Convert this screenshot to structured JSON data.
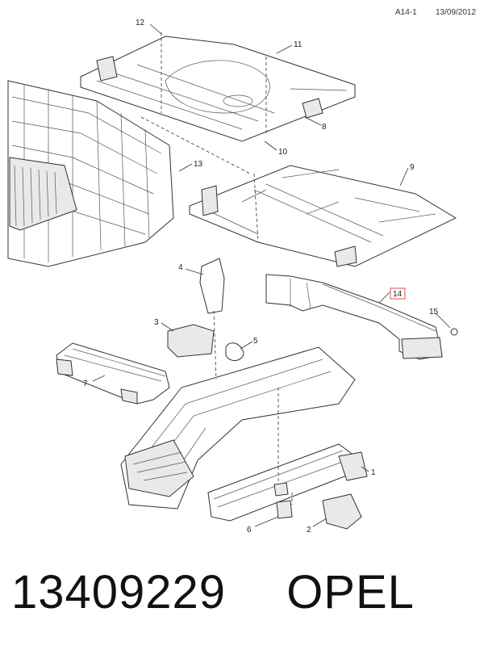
{
  "header": {
    "diagram_code": "A14-1",
    "date": "13/09/2012"
  },
  "callouts": [
    {
      "id": "c1",
      "label": "1"
    },
    {
      "id": "c2",
      "label": "2"
    },
    {
      "id": "c3",
      "label": "3"
    },
    {
      "id": "c4",
      "label": "4"
    },
    {
      "id": "c5",
      "label": "5"
    },
    {
      "id": "c6",
      "label": "6"
    },
    {
      "id": "c7",
      "label": "7"
    },
    {
      "id": "c8",
      "label": "8"
    },
    {
      "id": "c9",
      "label": "9"
    },
    {
      "id": "c10",
      "label": "10"
    },
    {
      "id": "c11",
      "label": "11"
    },
    {
      "id": "c12",
      "label": "12"
    },
    {
      "id": "c13",
      "label": "13"
    },
    {
      "id": "c14",
      "label": "14",
      "highlighted": true,
      "highlight_color": "#e24b5a"
    },
    {
      "id": "c15",
      "label": "15"
    }
  ],
  "footer": {
    "part_number": "13409229",
    "brand": "OPEL"
  }
}
